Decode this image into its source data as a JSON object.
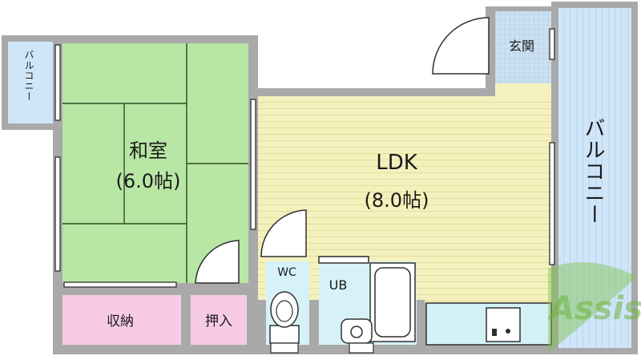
{
  "rooms": {
    "washitsu": {
      "name": "和室",
      "size": "(6.0帖)"
    },
    "ldk": {
      "name": "LDK",
      "size": "(8.0帖)"
    },
    "shuno": {
      "name": "収納"
    },
    "oshiire": {
      "name": "押入"
    },
    "wc": {
      "name": "WC"
    },
    "ub": {
      "name": "UB"
    },
    "genkan": {
      "name": "玄関"
    },
    "balcony_small": {
      "name": "バルコニー"
    },
    "balcony_large": {
      "name": "バルコニー"
    }
  },
  "watermark": {
    "text": "Assist"
  },
  "colors": {
    "wall": "#a9a9a9",
    "tatami": "#b8e6a4",
    "ldk_floor": "#f4f1bd",
    "storage": "#f7cbe6",
    "wet": "#d6f2f8",
    "balcony": "#cfe5f8",
    "genkan": "#cbe0f2",
    "kitchen": "#d3f1f7",
    "watermark": "#7cc04a"
  }
}
